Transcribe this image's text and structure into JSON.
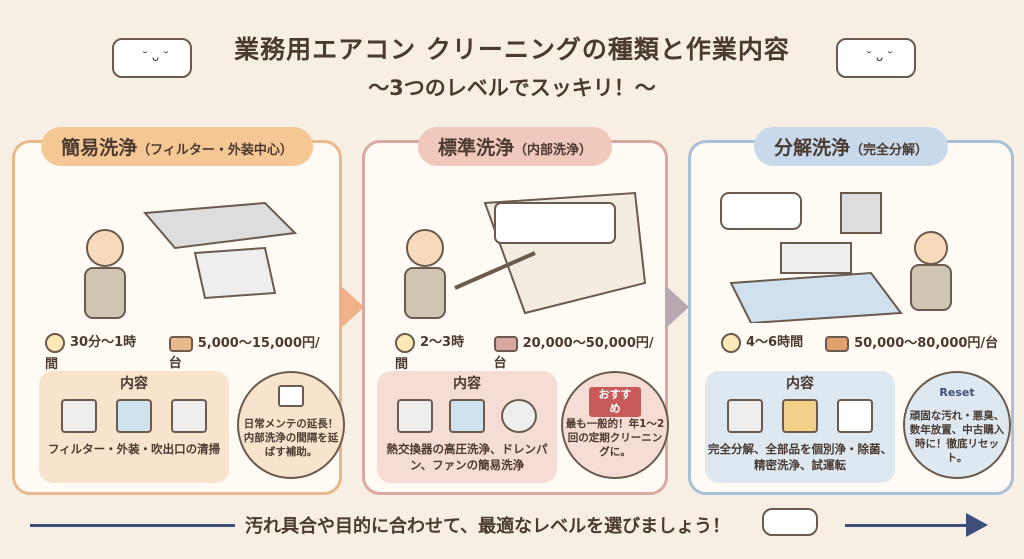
{
  "header": {
    "title": "業務用エアコン クリーニングの種類と作業内容",
    "subtitle": "〜3つのレベルでスッキリ！〜"
  },
  "levels": [
    {
      "name": "簡易洗浄",
      "sub": "（フィルター・外装中心）",
      "time": "30分〜1時間",
      "price": "5,000〜15,000円/台",
      "content_label": "内容",
      "content_text": "フィルター・外装・吹出口の清掃",
      "bubble_text": "日常メンテの延長！内部洗浄の間隔を延ばす補助。",
      "accent": "#e8b98a",
      "pill": "#f5c795",
      "box": "#f8e4cc"
    },
    {
      "name": "標準洗浄",
      "sub": "（内部洗浄）",
      "time": "2〜3時間",
      "price": "20,000〜50,000円/台",
      "content_label": "内容",
      "content_text": "熱交換器の高圧洗浄、ドレンパン、ファンの簡易洗浄",
      "bubble_badge": "おすすめ",
      "bubble_text": "最も一般的！年1〜2回の定期クリーニングに。",
      "accent": "#d9a8a0",
      "pill": "#f0c8bc",
      "box": "#f5dcd4"
    },
    {
      "name": "分解洗浄",
      "sub": "（完全分解）",
      "time": "4〜6時間",
      "price": "50,000〜80,000円/台",
      "content_label": "内容",
      "content_text": "完全分解、全部品を個別浄・除菌、精密洗浄、試運転",
      "bubble_badge": "Reset",
      "bubble_text": "頑固な汚れ・悪臭、数年放置、中古購入時に！徹底リセット。",
      "accent": "#a8c0d8",
      "pill": "#c7d9ea",
      "box": "#dde8f0"
    }
  ],
  "footer": {
    "text": "汚れ具合や目的に合わせて、最適なレベルを選びましょう！"
  }
}
